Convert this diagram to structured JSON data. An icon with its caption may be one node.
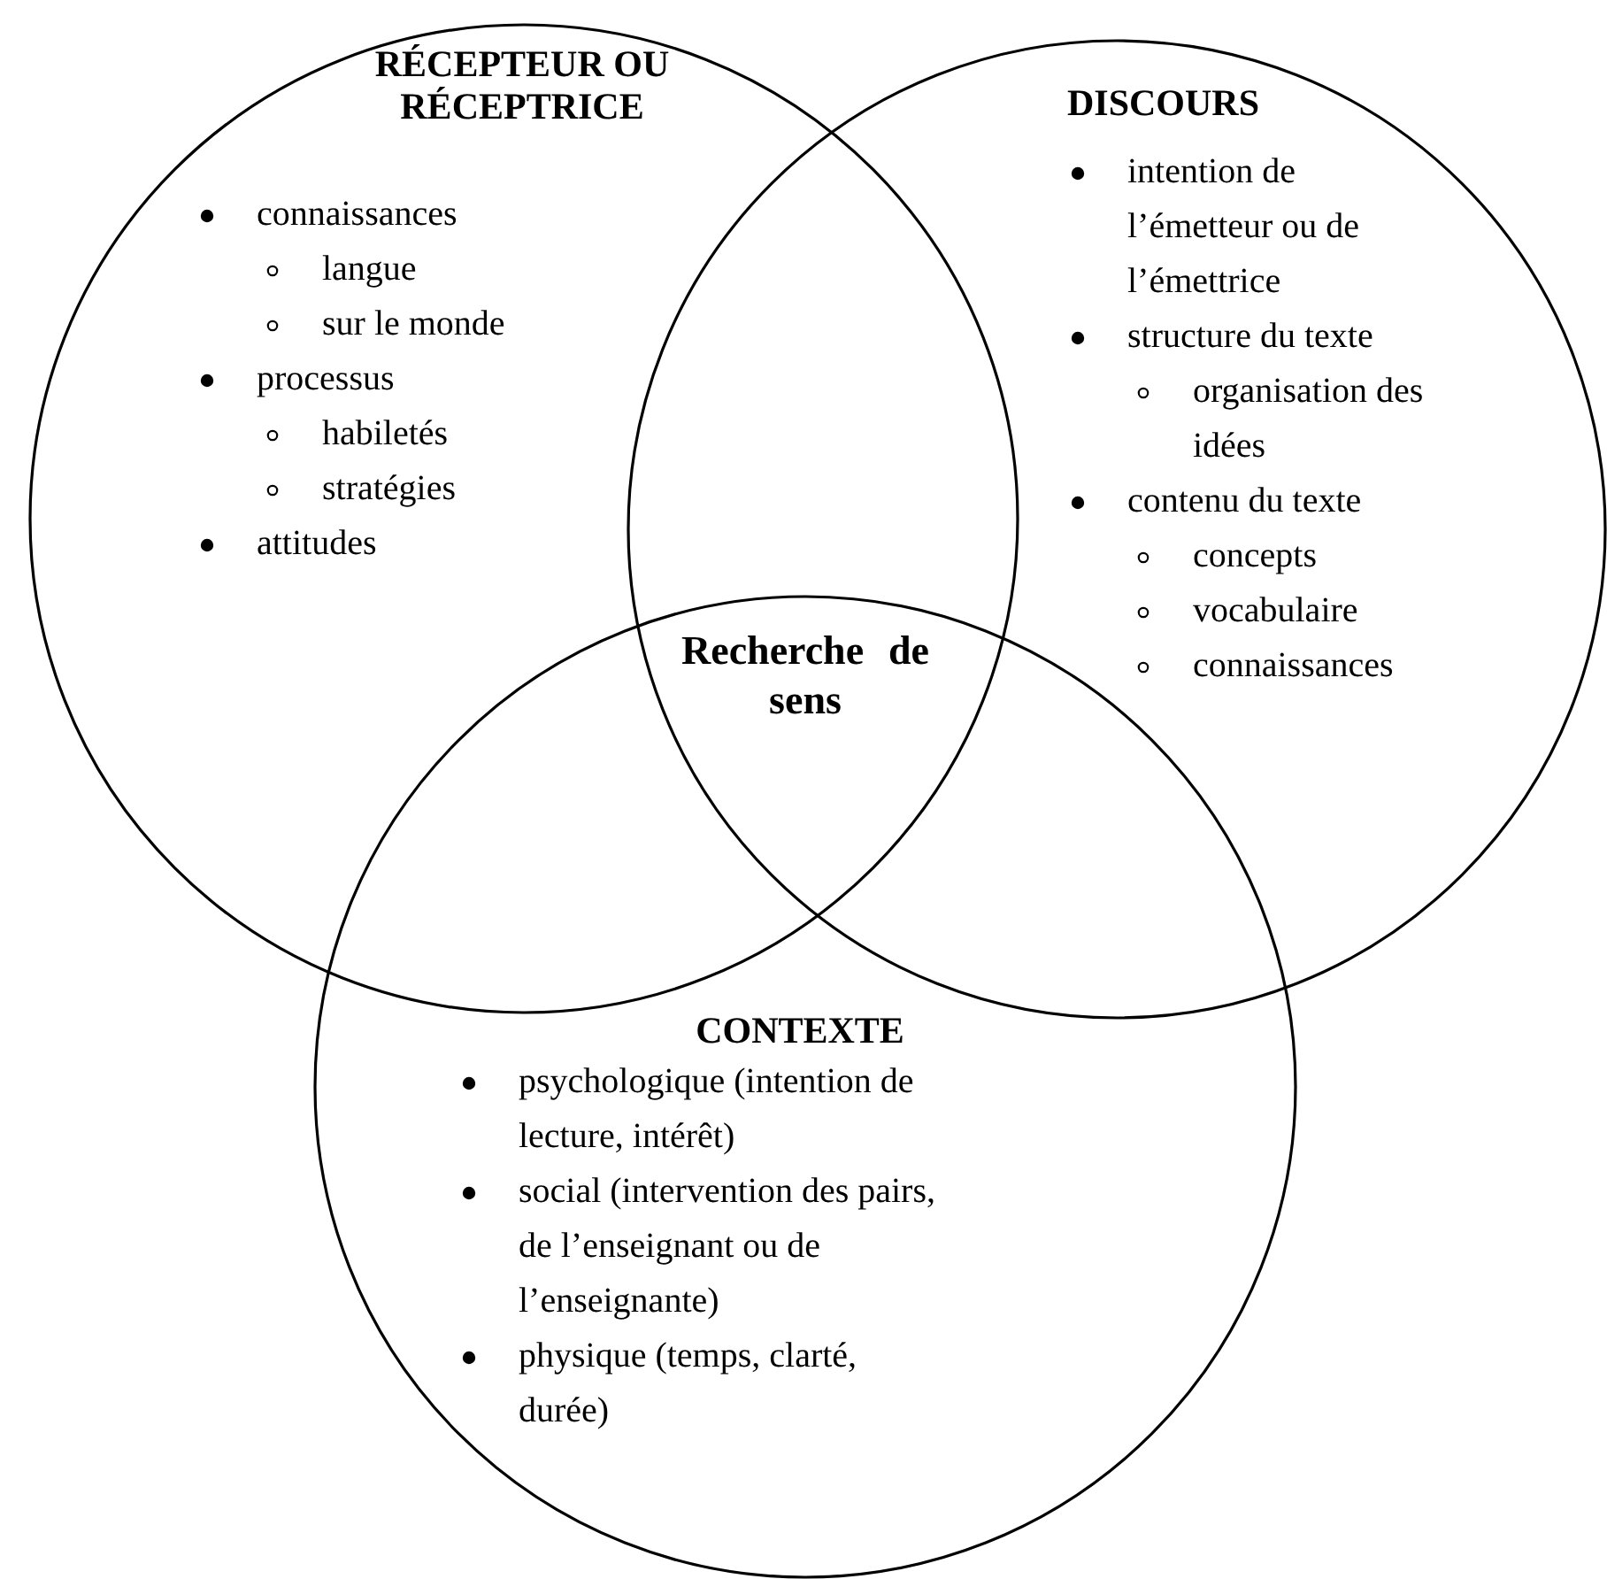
{
  "diagram": {
    "nodes": [
      {
        "text": [
          "RÉCEPTEUR OU RÉCEPTRICE",
          "connaissances",
          "langue",
          "sur le monde",
          "processus",
          "habiletés",
          "stratégies",
          "attitudes"
        ]
      },
      {
        "text": [
          "DISCOURS",
          "intention de l’émetteur ou de l’émettrice",
          "structure du texte",
          "organisation des idées",
          "contenu du texte",
          "concepts",
          "vocabulaire",
          "connaissances"
        ]
      },
      {
        "text": [
          "CONTEXTE",
          "psychologique (intention de lecture, intérêt)",
          "social (intervention des pairs, de l’enseignant ou de l’enseignante)",
          "physique (temps, clarté, durée)"
        ]
      }
    ],
    "labels": [
      "Recherche de sens"
    ]
  }
}
